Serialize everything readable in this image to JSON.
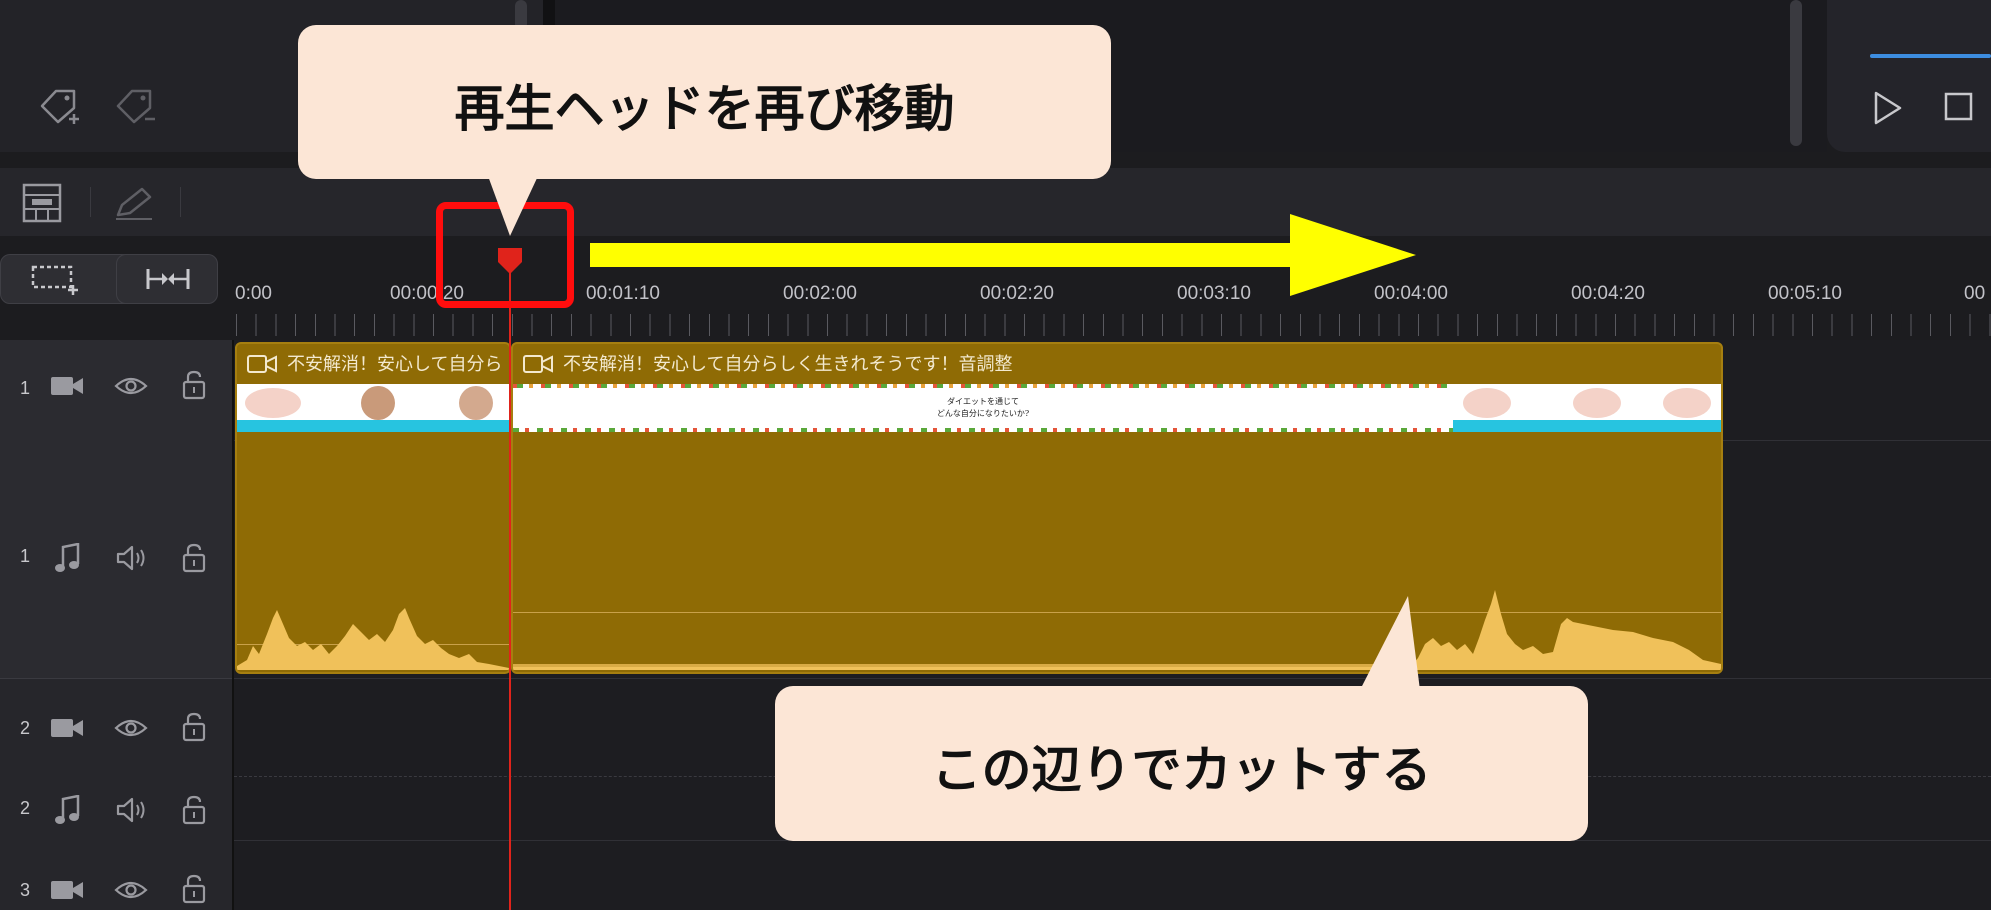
{
  "timeline": {
    "tick_labels": [
      "0:00",
      "00:00:20",
      "00:01:10",
      "00:02:00",
      "00:02:20",
      "00:03:10",
      "00:04:00",
      "00:04:20",
      "00:05:10",
      "00"
    ]
  },
  "tracks": {
    "video1": {
      "num": "1"
    },
    "audio1": {
      "num": "1"
    },
    "video2": {
      "num": "2"
    },
    "audio2": {
      "num": "2"
    },
    "video3": {
      "num": "3"
    }
  },
  "clips": {
    "clip_a_title": "不安解消！安心して自分ら",
    "clip_b_title": "不安解消！安心して自分らしく生きれそうです！音調整",
    "thumb_caption_line1": "ダイエットを通じて",
    "thumb_caption_line2": "どんな自分になりたいか?"
  },
  "annotations": {
    "callout_top": "再生ヘッドを再び移動",
    "callout_bottom": "この辺りでカットする"
  },
  "colors": {
    "clip": "#8f6b05",
    "playhead": "#e0231b",
    "arrow": "#ffff00",
    "callout_bg": "#fce6d6",
    "waveform": "#f0c15a"
  }
}
